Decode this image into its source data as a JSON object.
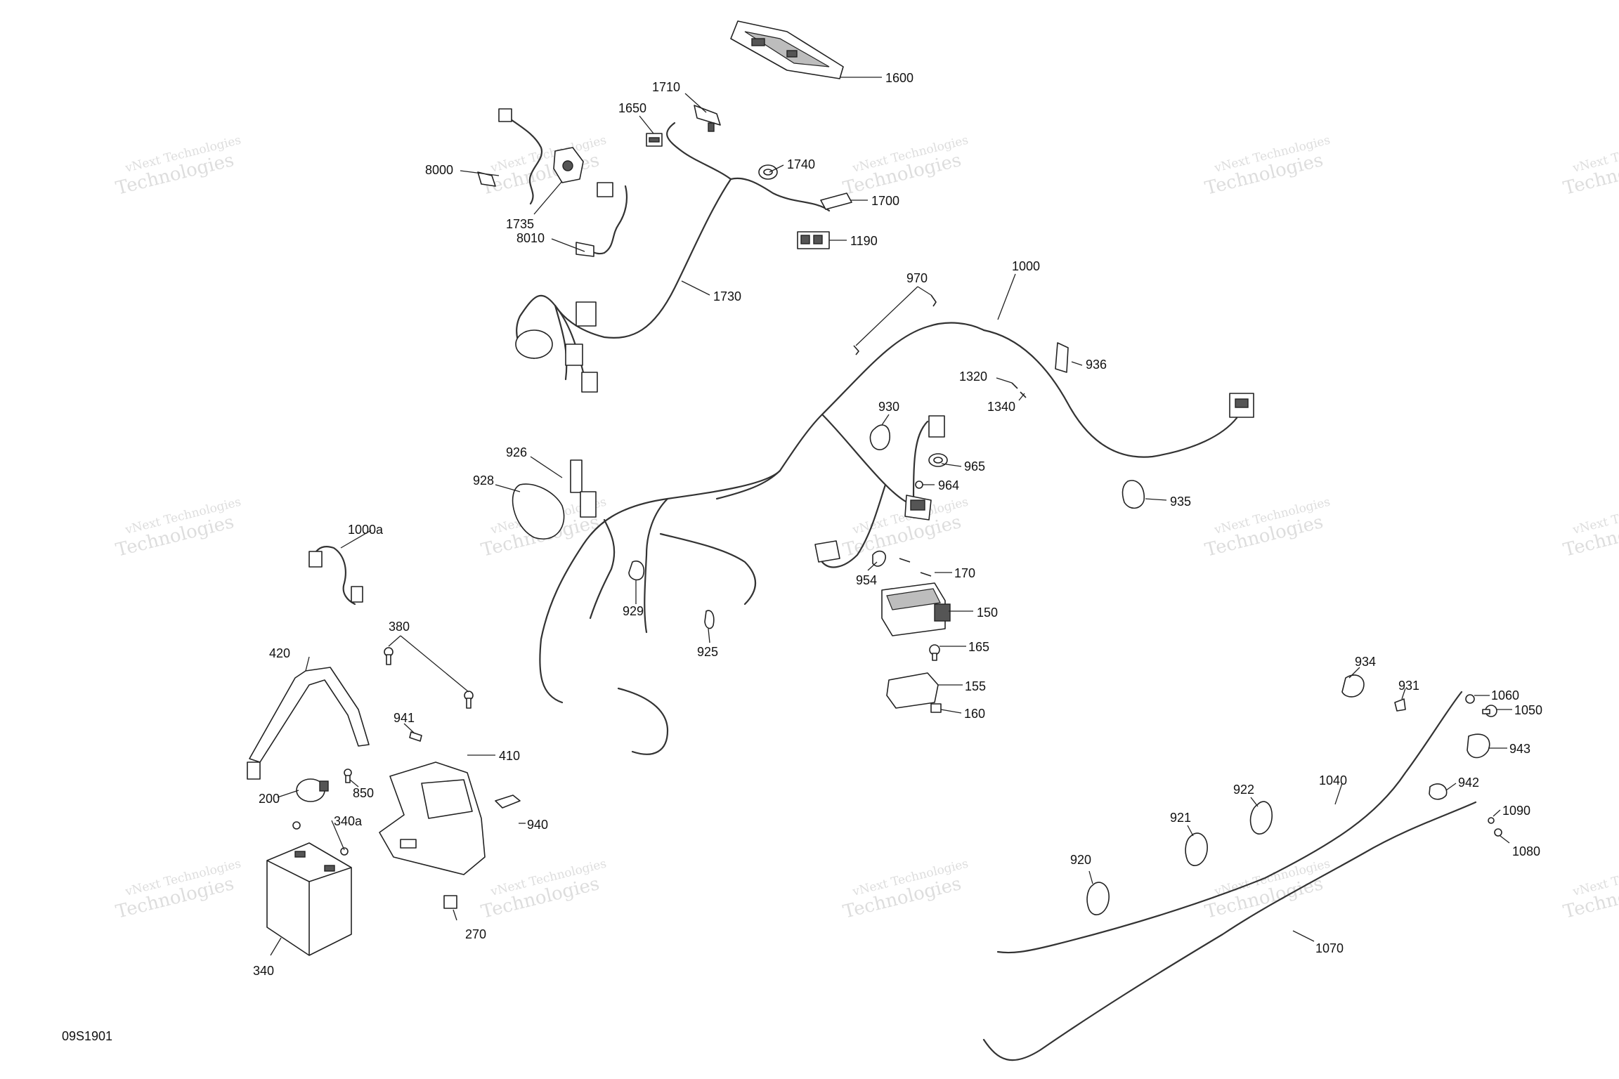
{
  "diagram": {
    "code": "09S1901",
    "watermark": {
      "line1": "vNext Technologies",
      "line2": "Technologies"
    },
    "labels": {
      "p1600": "1600",
      "p1710": "1710",
      "p1650": "1650",
      "p1740": "1740",
      "p8000": "8000",
      "p1735": "1735",
      "p1700": "1700",
      "p1190": "1190",
      "p8010": "8010",
      "p1730": "1730",
      "p970": "970",
      "p1000": "1000",
      "p936": "936",
      "p1320": "1320",
      "p1340": "1340",
      "p930": "930",
      "p965": "965",
      "p964": "964",
      "p926": "926",
      "p928": "928",
      "p935": "935",
      "p1000a": "1000a",
      "p954": "954",
      "p170": "170",
      "p929": "929",
      "p150": "150",
      "p925": "925",
      "p380": "380",
      "p165": "165",
      "p420": "420",
      "p155": "155",
      "p160": "160",
      "p941": "941",
      "p934": "934",
      "p931": "931",
      "p1060": "1060",
      "p1050": "1050",
      "p943": "943",
      "p410": "410",
      "p200": "200",
      "p850": "850",
      "p942": "942",
      "p1040": "1040",
      "p922": "922",
      "p940": "940",
      "p340a": "340a",
      "p921": "921",
      "p1090": "1090",
      "p1080": "1080",
      "p920": "920",
      "p270": "270",
      "p1070": "1070",
      "p340": "340"
    }
  }
}
